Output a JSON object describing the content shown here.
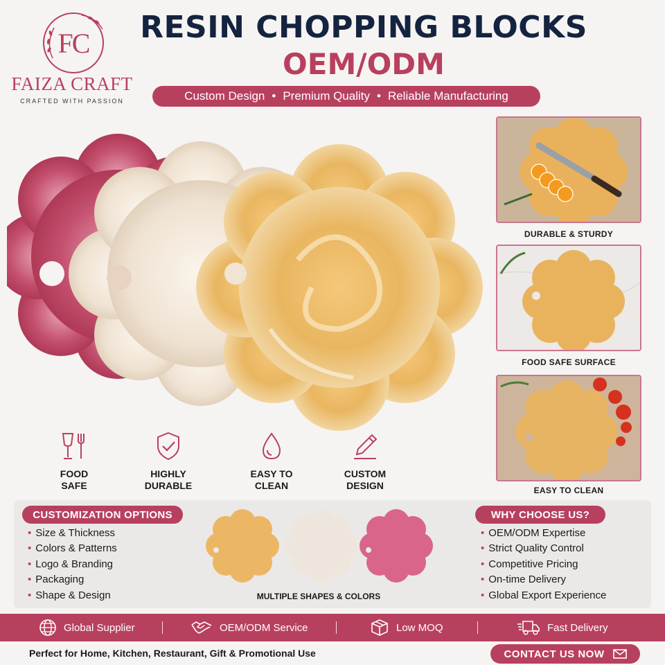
{
  "brand": {
    "monogram": "FC",
    "name": "FAIZA CRAFT",
    "tagline": "CRAFTED WITH PASSION"
  },
  "header": {
    "title": "RESIN CHOPPING BLOCKS",
    "subtitle": "OEM/ODM",
    "tagline_items": [
      "Custom Design",
      "Premium Quality",
      "Reliable Manufacturing"
    ]
  },
  "gallery": [
    {
      "caption": "DURABLE & STURDY",
      "icon": "knife-orange-slices-photo"
    },
    {
      "caption": "FOOD SAFE SURFACE",
      "icon": "board-on-marble-photo"
    },
    {
      "caption": "EASY TO CLEAN",
      "icon": "board-with-tomatoes-photo"
    }
  ],
  "features": [
    {
      "label": "FOOD\nSAFE",
      "icon": "glass-fork-icon"
    },
    {
      "label": "HIGHLY\nDURABLE",
      "icon": "shield-check-icon"
    },
    {
      "label": "EASY TO\nCLEAN",
      "icon": "water-drop-icon"
    },
    {
      "label": "CUSTOM\nDESIGN",
      "icon": "pencil-icon"
    }
  ],
  "customization": {
    "title": "CUSTOMIZATION OPTIONS",
    "items": [
      "Size & Thickness",
      "Colors & Patterns",
      "Logo & Branding",
      "Packaging",
      "Shape & Design"
    ]
  },
  "samples_caption": "MULTIPLE SHAPES & COLORS",
  "why": {
    "title": "WHY CHOOSE US?",
    "items": [
      "OEM/ODM Expertise",
      "Strict Quality Control",
      "Competitive Pricing",
      "On-time Delivery",
      "Global Export Experience"
    ]
  },
  "bottom_bar": [
    {
      "label": "Global Supplier",
      "icon": "globe-icon"
    },
    {
      "label": "OEM/ODM Service",
      "icon": "handshake-icon"
    },
    {
      "label": "Low MOQ",
      "icon": "box-icon"
    },
    {
      "label": "Fast Delivery",
      "icon": "truck-icon"
    }
  ],
  "footer": {
    "note": "Perfect for Home, Kitchen, Restaurant, Gift & Promotional Use",
    "cta": "CONTACT US NOW"
  },
  "colors": {
    "brand": "#b8405f",
    "navy": "#14233f",
    "background": "#f6f4f2",
    "amber": "#e9b660",
    "pink": "#c4506f",
    "cream": "#efe4d6"
  }
}
